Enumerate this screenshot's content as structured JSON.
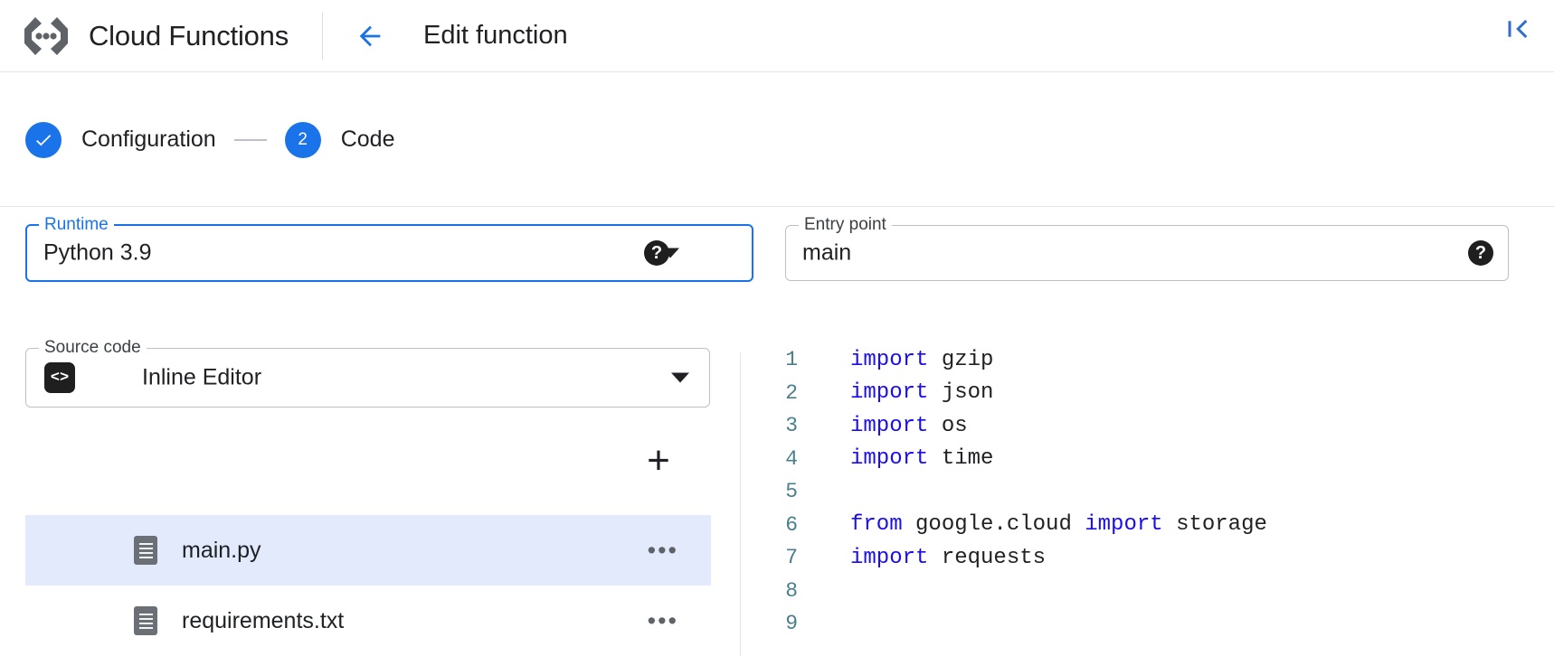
{
  "topbar": {
    "brand_logo_icon": "cloud-functions-logo-icon",
    "brand_title": "Cloud Functions",
    "back_icon": "arrow-left-icon",
    "page_title": "Edit function",
    "collapse_icon": "collapse-panel-icon"
  },
  "stepper": {
    "steps": [
      {
        "marker": "✓",
        "label": "Configuration",
        "state": "completed"
      },
      {
        "marker": "2",
        "label": "Code",
        "state": "active"
      }
    ]
  },
  "form": {
    "runtime": {
      "label": "Runtime",
      "value": "Python 3.9",
      "focused": true,
      "caret_icon": "chevron-down-icon",
      "help_icon": "help-icon",
      "help_glyph": "?"
    },
    "entry_point": {
      "label": "Entry point",
      "value": "main",
      "focused": false,
      "help_icon": "help-icon",
      "help_glyph": "?"
    },
    "source_code": {
      "label": "Source code",
      "value": "Inline Editor",
      "icon": "code-brackets-icon",
      "icon_glyph": "<>",
      "caret_icon": "chevron-down-icon"
    }
  },
  "files": {
    "add_label": "+",
    "add_icon": "add-file-icon",
    "more_glyph": "•••",
    "items": [
      {
        "name": "main.py",
        "selected": true,
        "icon": "file-document-icon"
      },
      {
        "name": "requirements.txt",
        "selected": false,
        "icon": "file-document-icon"
      }
    ]
  },
  "editor": {
    "lines": [
      {
        "n": "1",
        "tokens": [
          {
            "t": "import",
            "k": true
          },
          {
            "t": " gzip",
            "k": false
          }
        ]
      },
      {
        "n": "2",
        "tokens": [
          {
            "t": "import",
            "k": true
          },
          {
            "t": " json",
            "k": false
          }
        ]
      },
      {
        "n": "3",
        "tokens": [
          {
            "t": "import",
            "k": true
          },
          {
            "t": " os",
            "k": false
          }
        ]
      },
      {
        "n": "4",
        "tokens": [
          {
            "t": "import",
            "k": true
          },
          {
            "t": " time",
            "k": false
          }
        ]
      },
      {
        "n": "5",
        "tokens": []
      },
      {
        "n": "6",
        "tokens": [
          {
            "t": "from",
            "k": true
          },
          {
            "t": " google.cloud ",
            "k": false
          },
          {
            "t": "import",
            "k": true
          },
          {
            "t": " storage",
            "k": false
          }
        ]
      },
      {
        "n": "7",
        "tokens": [
          {
            "t": "import",
            "k": true
          },
          {
            "t": " requests",
            "k": false
          }
        ]
      },
      {
        "n": "8",
        "tokens": []
      },
      {
        "n": "9",
        "tokens": []
      }
    ]
  },
  "colors": {
    "accent_blue": "#1a73e8",
    "keyword_blue": "#1a0dee",
    "line_number": "#4a7f8c",
    "selected_row": "#e3eafc",
    "border": "#bdc1c6"
  }
}
